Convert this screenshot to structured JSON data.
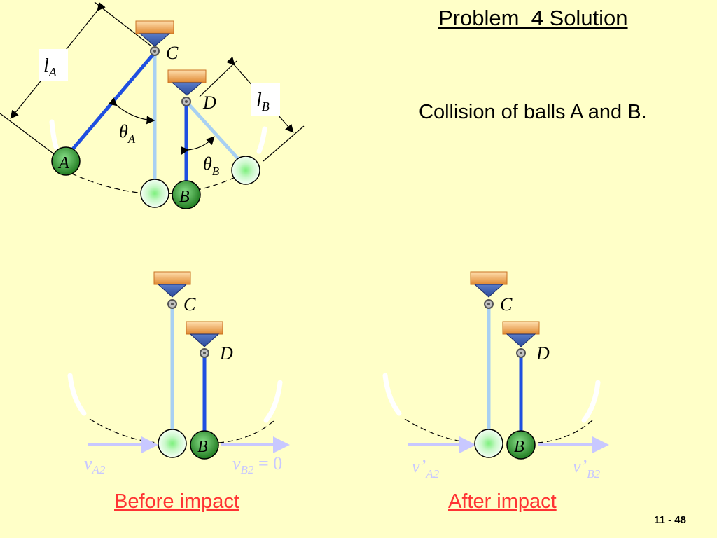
{
  "slide": {
    "title": "Problem  4 Solution",
    "subtitle": "Collision of balls A and B.",
    "page_number": "11 - 48"
  },
  "labels": {
    "pivot_c": "C",
    "pivot_d": "D",
    "ball_a": "A",
    "ball_b": "B",
    "length_l": "l",
    "sub_a": "A",
    "sub_b": "B",
    "theta": "θ",
    "v": "v",
    "sub_a2": "A2",
    "sub_b2": "B2",
    "equals_zero": " = 0",
    "prime": "’"
  },
  "captions": {
    "before": "Before impact",
    "after": "After impact"
  },
  "colors": {
    "background": "#FFFFC8",
    "rod_dark": "#1F4FE0",
    "rod_light": "#A8D0F2",
    "ball_green": "#2E8B2E",
    "ball_light": "#E8FFE8",
    "arrow": "#C8C8FF",
    "caption": "#FF3333"
  }
}
